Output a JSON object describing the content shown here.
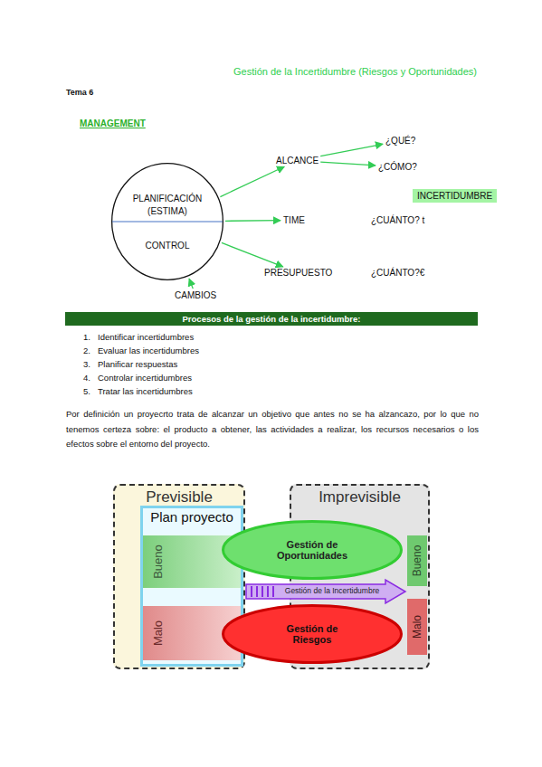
{
  "diagram": {
    "title": "Gestión de la Incertidumbre (Riesgos y Oportunidades)",
    "nodes": [
      {
        "text": [
          "PLANIFICACIÓN (ESTIMA)",
          "CONTROL"
        ]
      },
      {
        "text": [
          "ALCANCE"
        ]
      },
      {
        "text": [
          "¿QUÉ?"
        ]
      },
      {
        "text": [
          "¿CÓMO?"
        ]
      },
      {
        "text": [
          "INCERTIDUMBRE"
        ]
      },
      {
        "text": [
          "TIME"
        ]
      },
      {
        "text": [
          "PRESUPUESTO"
        ]
      },
      {
        "text": [
          "CAMBIOS"
        ]
      },
      {
        "text": [
          "Procesos de la gestión de la incertidumbre:"
        ]
      },
      {
        "text": [
          "Previsible"
        ]
      },
      {
        "text": [
          "Plan proyecto"
        ],
        "in": 9
      },
      {
        "text": [
          "Bueno"
        ],
        "in": 10
      },
      {
        "text": [
          "Malo"
        ],
        "in": 10
      },
      {
        "text": [
          "Imprevisible"
        ]
      },
      {
        "text": [
          "Bueno"
        ],
        "in": 13
      },
      {
        "text": [
          "Malo"
        ],
        "in": 13
      },
      {
        "text": [
          "Gestión de Oportunidades"
        ]
      },
      {
        "text": [
          "Gestión de la Incertidumbre"
        ]
      },
      {
        "text": [
          "Gestión de Riesgos"
        ]
      }
    ],
    "edges": [
      {
        "from": 0,
        "to": 1,
        "arrow": "to"
      },
      {
        "from": 1,
        "to": 2,
        "arrow": "to"
      },
      {
        "from": 1,
        "to": 3,
        "arrow": "to"
      },
      {
        "from": 0,
        "to": 5,
        "arrow": "to"
      },
      {
        "from": 0,
        "to": 6,
        "arrow": "to"
      },
      {
        "from": 7,
        "to": 0,
        "arrow": "to"
      }
    ],
    "labels": [
      "Tema 6",
      "MANAGEMENT",
      "¿CUÁNTO? t",
      "¿CUÁNTO?€",
      "1.",
      "Identificar incertidumbres",
      "2.",
      "Evaluar las incertidumbres",
      "3.",
      "Planificar respuestas",
      "4.",
      "Controlar incertidumbres",
      "5.",
      "Tratar las incertidumbres",
      "Por definición un proyecrto trata de alcanzar un objetivo que antes no se ha alzancazo, por lo que no tenemos certeza sobre: el producto a obtener, las actividades a realizar, los recursos necesarios o los efectos sobre el entorno del proyecto."
    ]
  }
}
